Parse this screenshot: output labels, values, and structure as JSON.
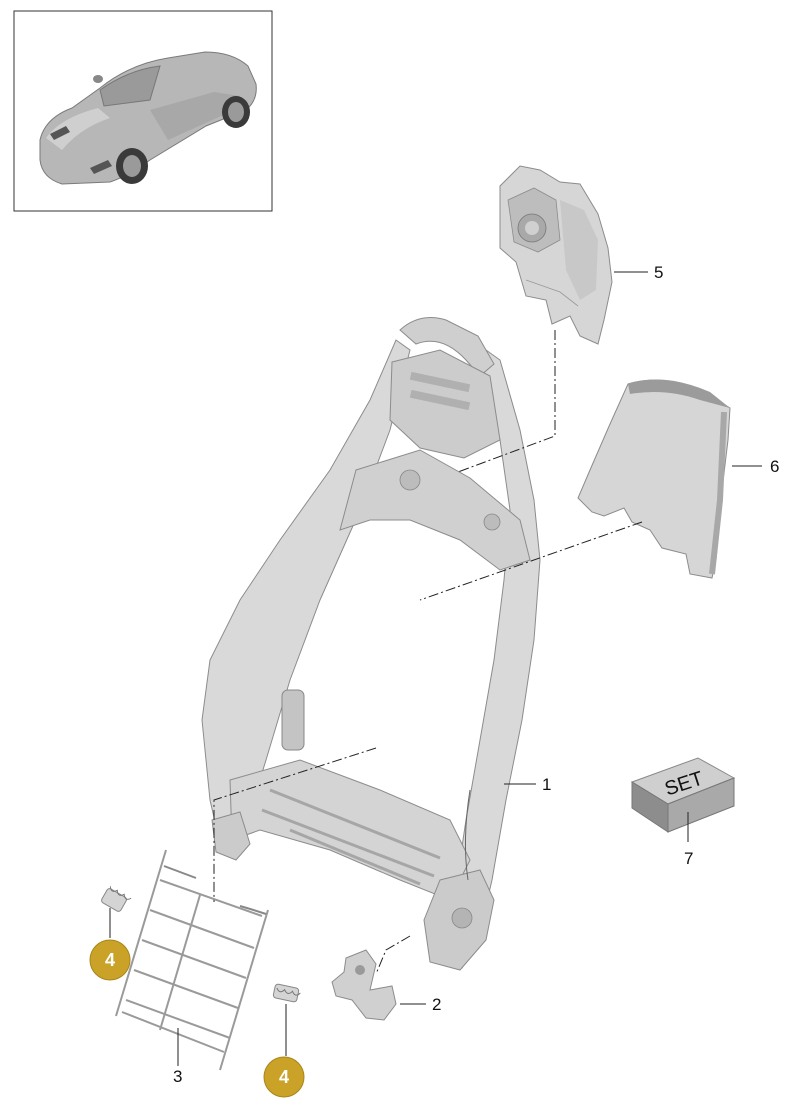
{
  "diagram": {
    "parts": [
      {
        "number": "1"
      },
      {
        "number": "2"
      },
      {
        "number": "3"
      },
      {
        "number": "4",
        "highlighted": true
      },
      {
        "number": "5"
      },
      {
        "number": "6"
      },
      {
        "number": "7"
      }
    ],
    "badges": [
      "4",
      "4"
    ],
    "set_box_text": "SET",
    "colors": {
      "badge_fill": "#c9a227",
      "part_fill": "#d9d9d9",
      "part_stroke": "#8c8c8c",
      "line": "#222222"
    }
  }
}
